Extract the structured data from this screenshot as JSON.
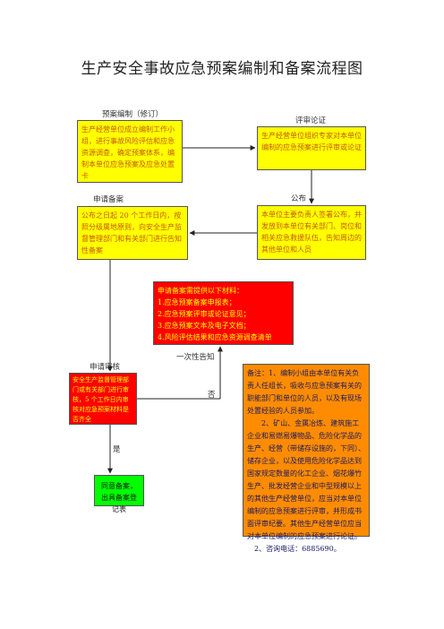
{
  "title": "生产安全事故应急预案编制和备案流程图",
  "labels": {
    "prep": "预案编制（修订）",
    "review": "评审论证",
    "apply": "申请备案",
    "publish": "公布",
    "check": "申请审核",
    "notify": "一次性告知",
    "no": "否",
    "yes": "是"
  },
  "boxes": {
    "prep": "生产经营单位成立编制工作小组，进行事故风险评估和应急资源调查，确定预案体系，编制本单位应急预案及应急处置卡",
    "review": "生产经营单位组织专家对本单位编制的应急预案进行评审或论证",
    "apply": "公布之日起 20 个工作日内，按照分级属地原则，向安全生产监督管理部门和有关部门进行告知性备案",
    "publish": "本单位主要负责人签署公布，并发放到本单位有关部门、岗位和相关应急救援队伍，告知周边的其他单位和人员",
    "materials": [
      "申请备案需提供以下材料：",
      "1.应急预案备案申报表；",
      "2.应急预案评审或论证意见；",
      "3.应急预案文本及电子文档；",
      "4.风险评估结果和应急资源调查清单"
    ],
    "check": "安全生产监督管理部门或有关部门进行审核，5 个工作日内审核对应急预案材料是否齐全",
    "result": "同意备案，出具备案登记表",
    "note": [
      "备注：1、编制小组由本单位有关负责人任组长，吸收与应急预案有关的职能部门和单位的人员，以及有现场处置经验的人员参加。",
      "2、矿山、金属冶炼、建筑施工企业和易燃易爆物品、危险化学品的生产、经营（带储存设施的，下同）、储存企业，以及使用危险化学品达到国家规定数量的化工企业、烟花爆竹生产、批发经营企业和中型规模以上的其他生产经营单位，应当对本单位编制的应急预案进行评审，并形成书面评审纪要。其他生产经营单位应当对本单位编制的应急预案进行论证。",
      "2、咨询电话：6885690。"
    ]
  },
  "colors": {
    "yellow": "#ffff00",
    "red": "#ff0000",
    "orange": "#ff8c00",
    "green": "#00ff00"
  }
}
